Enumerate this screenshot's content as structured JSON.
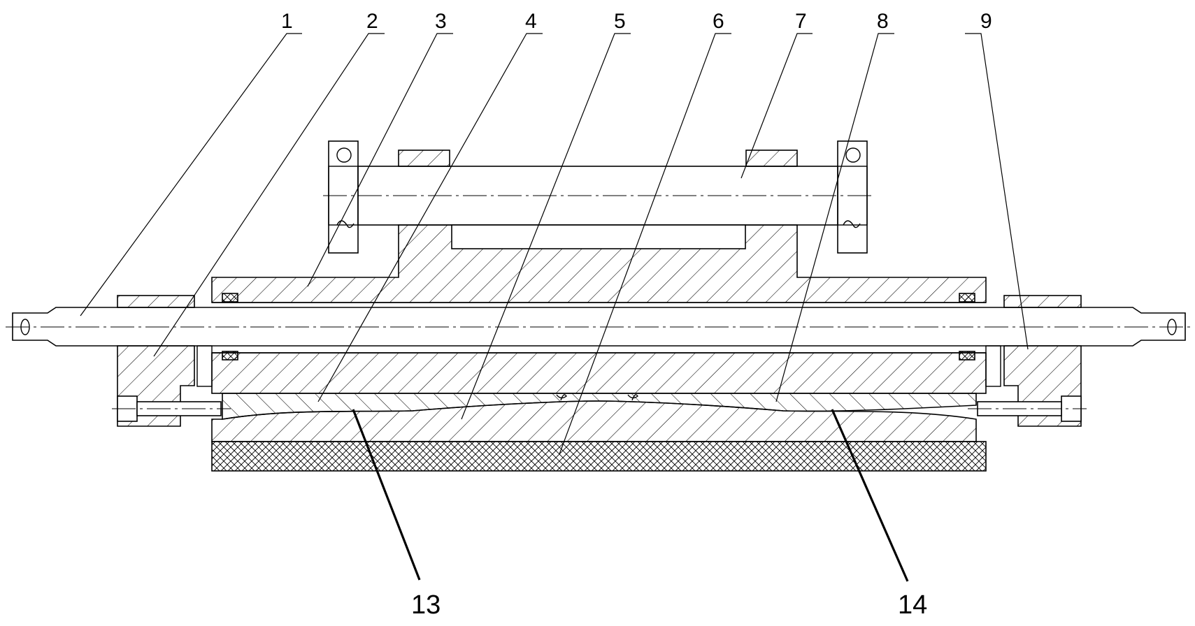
{
  "callouts": {
    "c1": "1",
    "c2": "2",
    "c3": "3",
    "c4": "4",
    "c5": "5",
    "c6": "6",
    "c7": "7",
    "c8": "8",
    "c9": "9",
    "c13": "13",
    "c14": "14"
  },
  "colors": {
    "line": "#000000",
    "background": "#ffffff"
  }
}
